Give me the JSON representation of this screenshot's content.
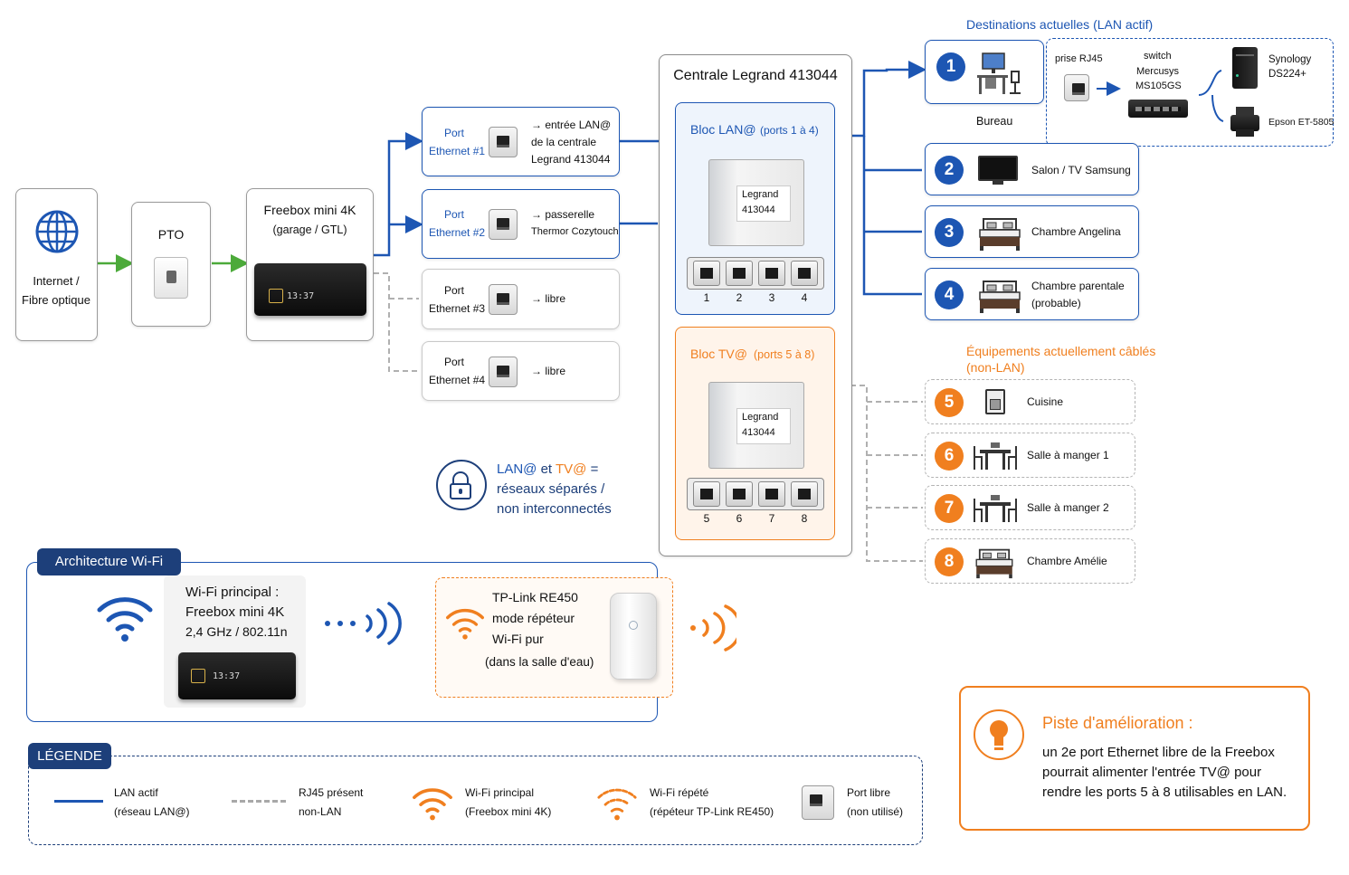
{
  "source": {
    "internet_line1": "Internet /",
    "internet_line2": "Fibre optique",
    "pto": "PTO"
  },
  "freebox": {
    "title": "Freebox mini 4K",
    "subtitle": "(garage / GTL)",
    "clock": "13:37"
  },
  "freebox_ports": [
    {
      "line1": "Port",
      "line2": "Ethernet #1",
      "desc": [
        "→ entrée LAN@",
        "de la centrale",
        "Legrand 413044"
      ],
      "active": true
    },
    {
      "line1": "Port",
      "line2": "Ethernet #2",
      "desc": [
        "→ passerelle",
        "Thermor Cozytouch"
      ],
      "active": true
    },
    {
      "line1": "Port",
      "line2": "Ethernet #3",
      "desc": [
        "→ libre"
      ],
      "active": false
    },
    {
      "line1": "Port",
      "line2": "Ethernet #4",
      "desc": [
        "→ libre"
      ],
      "active": false
    }
  ],
  "centrale": {
    "title": "Centrale Legrand 413044",
    "bloc_lan_title": "Bloc LAN@",
    "bloc_lan_ports": "(ports 1 à 4)",
    "bloc_tv_title": "Bloc TV@",
    "bloc_tv_ports": "(ports 5 à 8)",
    "device_label1": "Legrand",
    "device_label2": "413044",
    "lan_port_numbers": [
      "1",
      "2",
      "3",
      "4"
    ],
    "tv_port_numbers": [
      "5",
      "6",
      "7",
      "8"
    ]
  },
  "separation_note": {
    "lan": "LAN@",
    "et": " et ",
    "tv": "TV@",
    "eq": " =",
    "line2": "réseaux séparés /",
    "line3": "non interconnectés"
  },
  "destinations": {
    "title": "Destinations actuelles (LAN actif)",
    "items": [
      {
        "num": "1",
        "label": "Bureau"
      },
      {
        "num": "2",
        "label": "Salon / TV Samsung"
      },
      {
        "num": "3",
        "label": "Chambre Angelina"
      },
      {
        "num": "4",
        "label": "Chambre parentale",
        "label2": "(probable)"
      }
    ],
    "bureau_detail": {
      "prise": "prise RJ45",
      "switch_line1": "switch",
      "switch_line2": "Mercusys",
      "switch_line3": "MS105GS",
      "nas_line1": "Synology",
      "nas_line2": "DS224+",
      "printer": "Epson ET-5805"
    }
  },
  "equipements": {
    "title_line1": "Équipements actuellement câblés",
    "title_line2": "(non-LAN)",
    "items": [
      {
        "num": "5",
        "label": "Cuisine"
      },
      {
        "num": "6",
        "label": "Salle à manger 1"
      },
      {
        "num": "7",
        "label": "Salle à manger 2"
      },
      {
        "num": "8",
        "label": "Chambre Amélie"
      }
    ]
  },
  "wifi": {
    "section_title": "Architecture Wi-Fi",
    "main_line1": "Wi-Fi principal :",
    "main_line2": "Freebox mini 4K",
    "main_line3": "2,4 GHz / 802.11n",
    "clock": "13:37",
    "repeater_line1": "TP-Link RE450",
    "repeater_line2": "mode répéteur",
    "repeater_line3": "Wi-Fi pur",
    "repeater_line4": "(dans la salle d'eau)"
  },
  "amelioration": {
    "title": "Piste d'amélioration :",
    "line1": "un 2e port Ethernet libre de la Freebox",
    "line2": "pourrait alimenter l'entrée TV@ pour",
    "line3": "rendre les ports 5 à 8 utilisables en LAN."
  },
  "legende": {
    "title": "LÉGENDE",
    "items": [
      {
        "line1": "LAN actif",
        "line2": "(réseau LAN@)"
      },
      {
        "line1": "RJ45 présent",
        "line2": "non-LAN"
      },
      {
        "line1": "Wi-Fi principal",
        "line2": "(Freebox mini 4K)"
      },
      {
        "line1": "Wi-Fi répété",
        "line2": "(répéteur TP-Link RE450)"
      },
      {
        "line1": "Port libre",
        "line2": "(non utilisé)"
      }
    ]
  },
  "colors": {
    "lan_blue": "#1d56b3",
    "orange": "#f07f1f",
    "green": "#4caa3a",
    "dash_gray": "#b0b0b0"
  }
}
